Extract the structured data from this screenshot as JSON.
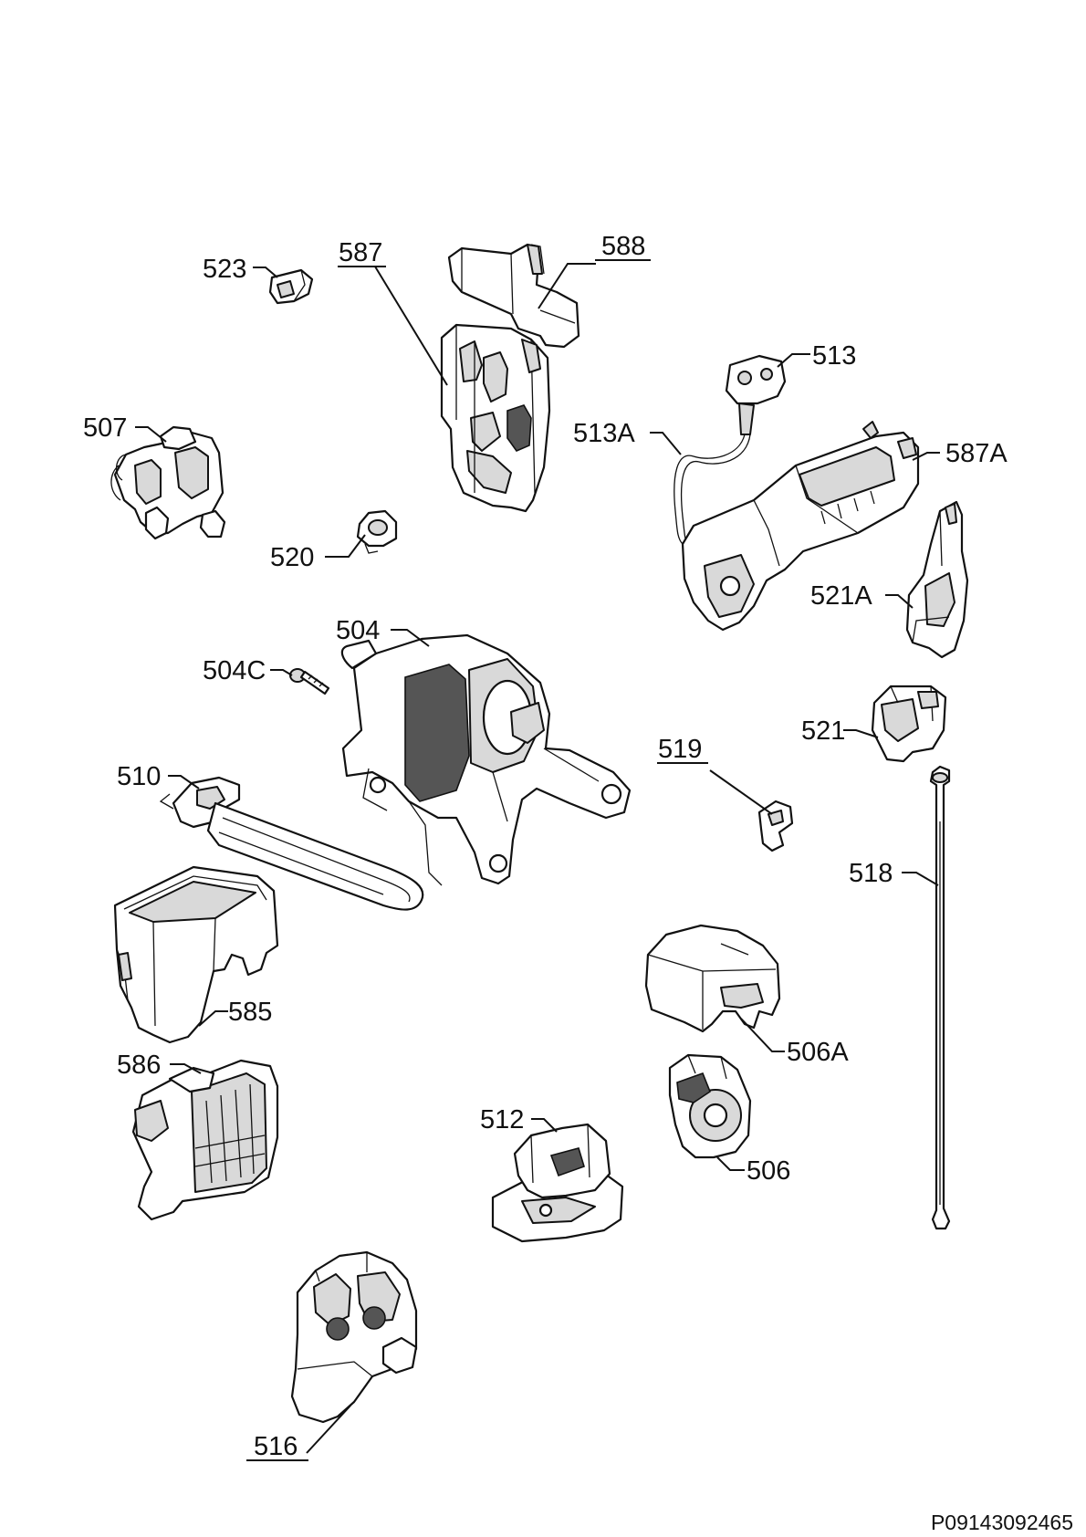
{
  "labels": {
    "l523": "523",
    "l587": "587",
    "l588": "588",
    "l513": "513",
    "l507": "507",
    "l513A": "513A",
    "l587A": "587A",
    "l520": "520",
    "l521A": "521A",
    "l504": "504",
    "l504C": "504C",
    "l521": "521",
    "l519": "519",
    "l510": "510",
    "l518": "518",
    "l585": "585",
    "l506A": "506A",
    "l586": "586",
    "l512": "512",
    "l506": "506",
    "l516": "516"
  },
  "footer_code": "P09143092465"
}
